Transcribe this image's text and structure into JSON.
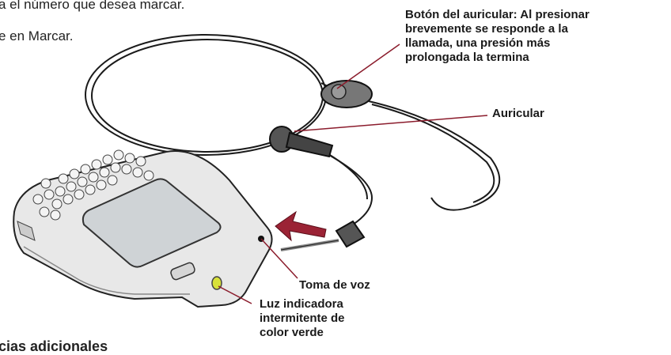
{
  "body_text": {
    "line1": "a el número que desea marcar.",
    "line2": "e en Marcar.",
    "section_heading": "cias adicionales"
  },
  "callouts": {
    "headset_button": [
      "Botón del auricular: Al presionar",
      "brevemente se responde a la",
      "llamada, una presión más",
      "prolongada la termina"
    ],
    "earbud": "Auricular",
    "voice_jack": "Toma de voz",
    "indicator_light": [
      "Luz indicadora",
      "intermitente de",
      "color verde"
    ]
  },
  "colors": {
    "leader_line": "#8b1c2c",
    "arrow": "#9b2335",
    "device_body": "#e8e8e8",
    "screen": "#cfd3d6",
    "cable": "#1a1a1a",
    "led": "#d8e13a"
  }
}
